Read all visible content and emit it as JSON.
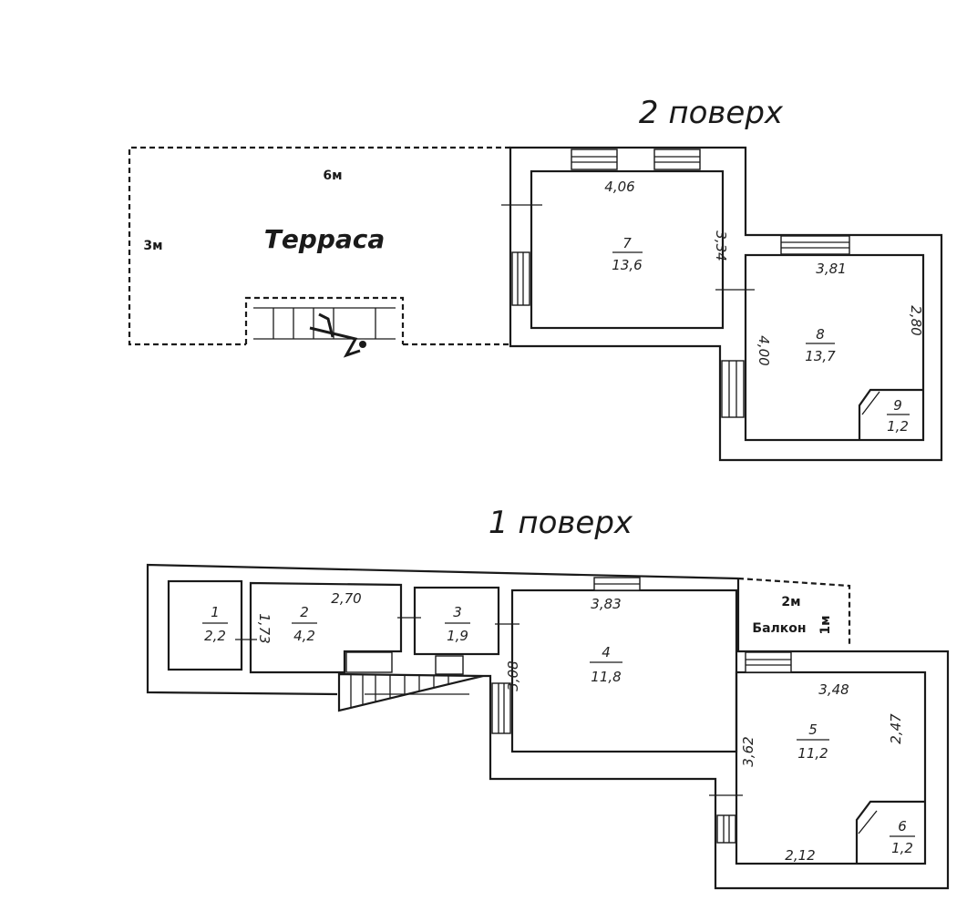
{
  "floor2": {
    "title": "2 поверх",
    "terrace": {
      "label": "Терраса",
      "width": "6м",
      "depth": "3м"
    },
    "rooms": [
      {
        "num": "7",
        "area": "13,6",
        "dims": [
          "4,06",
          "3,34"
        ]
      },
      {
        "num": "8",
        "area": "13,7",
        "dims": [
          "3,81",
          "2,80",
          "4,00"
        ]
      },
      {
        "num": "9",
        "area": "1,2"
      }
    ]
  },
  "floor1": {
    "title": "1 поверх",
    "balcony": {
      "label": "Балкон",
      "width": "2м",
      "depth": "1м"
    },
    "rooms": [
      {
        "num": "1",
        "area": "2,2"
      },
      {
        "num": "2",
        "area": "4,2",
        "dims": [
          "2,70",
          "1,73"
        ]
      },
      {
        "num": "3",
        "area": "1,9"
      },
      {
        "num": "4",
        "area": "11,8",
        "dims": [
          "3,83",
          "3,08"
        ]
      },
      {
        "num": "5",
        "area": "11,2",
        "dims": [
          "3,48",
          "3,62",
          "2,47",
          "2,12"
        ]
      },
      {
        "num": "6",
        "area": "1,2"
      }
    ]
  }
}
